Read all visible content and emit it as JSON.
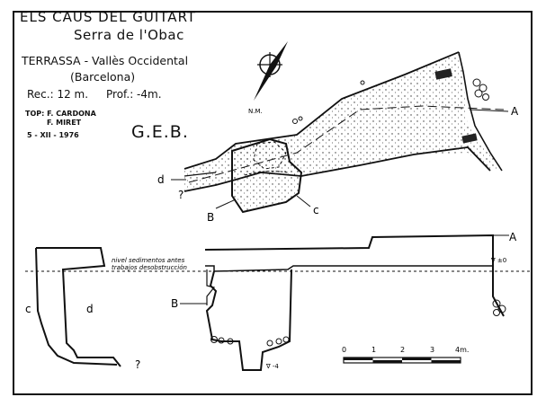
{
  "header": {
    "title": "ELS CAUS DEL GUITART",
    "subtitle": "Serra de l'Obac",
    "location": "TERRASSA - Vallès Occidental",
    "province": "(Barcelona)",
    "recorregut": "Rec.: 12 m.",
    "profunditat": "Prof.: -4m.",
    "topo_authors_line1": "TOP: F. CARDONA",
    "topo_authors_line2": "F. MIRET",
    "date": "5 - XII - 1976",
    "club": "G.E.B."
  },
  "north_arrow": {
    "label": "N.M."
  },
  "plan_labels": {
    "a": "A",
    "b": "B",
    "c": "c",
    "d": "d",
    "q": "?"
  },
  "section": {
    "annotation_line1": "nivel sedimentos antes",
    "annotation_line2": "trabajos desobstrucción",
    "level_zero": "∇ ±0",
    "level_minus4": "∇ -4",
    "label_a": "A",
    "label_b": "B",
    "label_c": "c",
    "label_d": "d",
    "label_q": "?"
  },
  "scale": {
    "ticks": [
      "0",
      "1",
      "2",
      "3",
      "4m."
    ]
  }
}
